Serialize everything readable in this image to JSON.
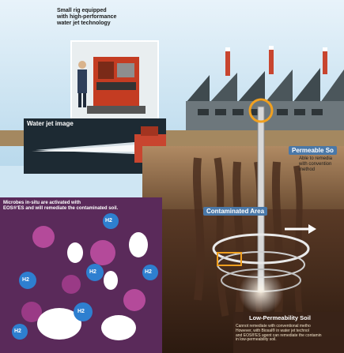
{
  "callouts": {
    "small_rig": "Small rig equipped\nwith high-performance\nwater jet technology",
    "water_jet_image": "Water jet image",
    "permeable_soil": "Permeable So",
    "permeable_desc": "Able to remedia\nwith convention\nmethod",
    "contaminated_area": "Contaminated Area",
    "microbes": "Microbes in-situ are activated with\nEOS®'ES and will remediate the contaminated soil.",
    "low_perm_title": "Low-Permeability Soil",
    "low_perm_desc": "Cannot remediate with conventional metho\nHowever, with Biosal® in water jet technol\nand EOS®'ES agent can remediate the contamin\nin low-permeability soil."
  },
  "bubbles": [
    "H2",
    "H2",
    "H2",
    "H2",
    "H2",
    "H2"
  ],
  "colors": {
    "sky": "#cfe6f3",
    "soil": "#8a6a4a",
    "microbe_panel": "#5a2a5a",
    "low_perm_panel": "#3a2318",
    "tag_blue": "#4a78a8",
    "bubble_blue": "#2e7fd0"
  }
}
